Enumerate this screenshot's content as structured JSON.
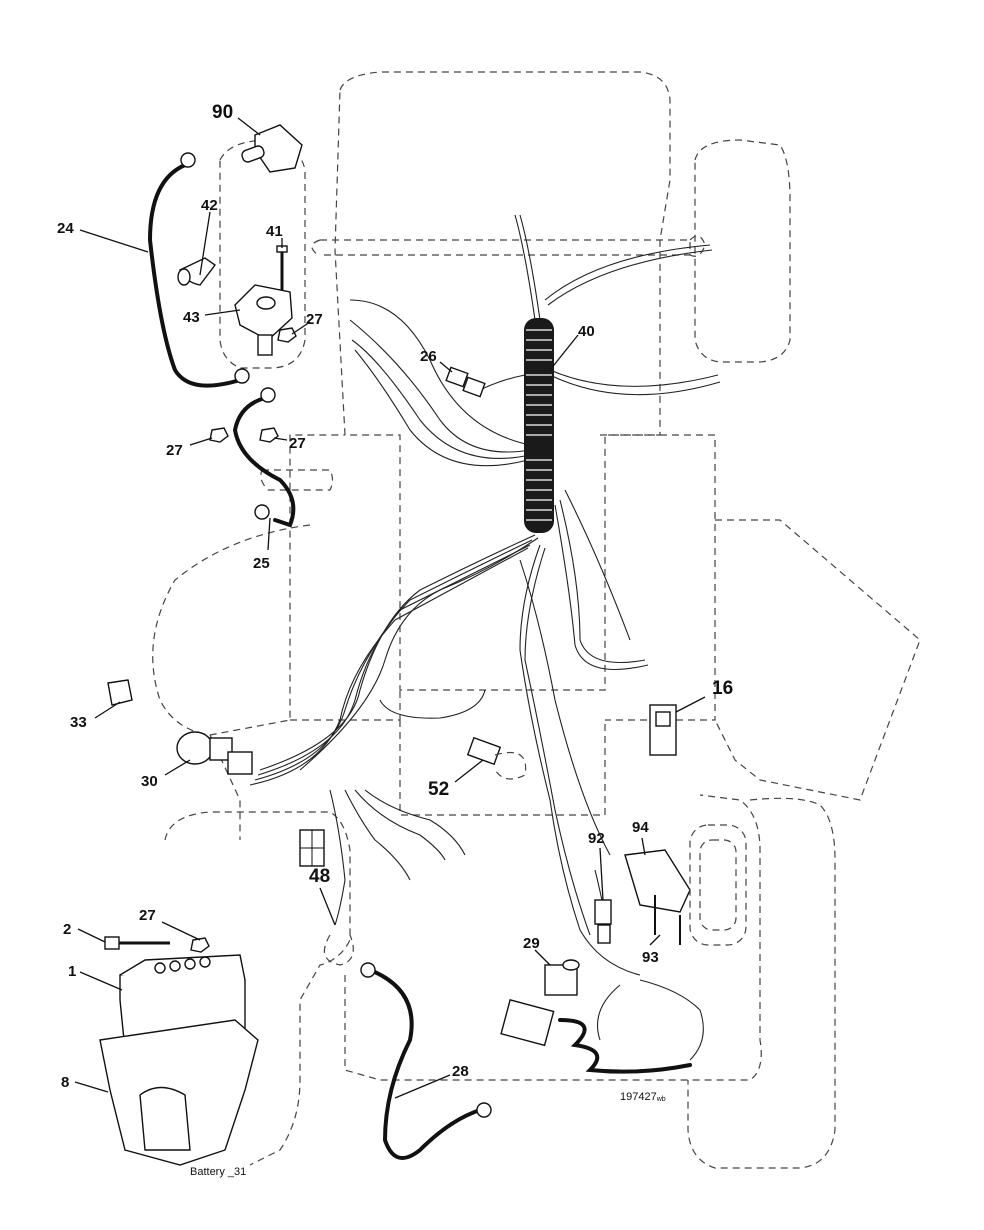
{
  "callouts": {
    "c90": "90",
    "c24": "24",
    "c42": "42",
    "c41": "41",
    "c43": "43",
    "c27a": "27",
    "c27b": "27",
    "c27c": "27",
    "c27d": "27",
    "c40": "40",
    "c26": "26",
    "c25": "25",
    "c33": "33",
    "c30": "30",
    "c16": "16",
    "c52": "52",
    "c48": "48",
    "c92": "92",
    "c94": "94",
    "c93": "93",
    "c29": "29",
    "c2": "2",
    "c1": "1",
    "c8": "8",
    "c28": "28"
  },
  "notes": {
    "drawing_number": "197427",
    "drawing_suffix": "wb",
    "battery_label": "Battery _31"
  }
}
